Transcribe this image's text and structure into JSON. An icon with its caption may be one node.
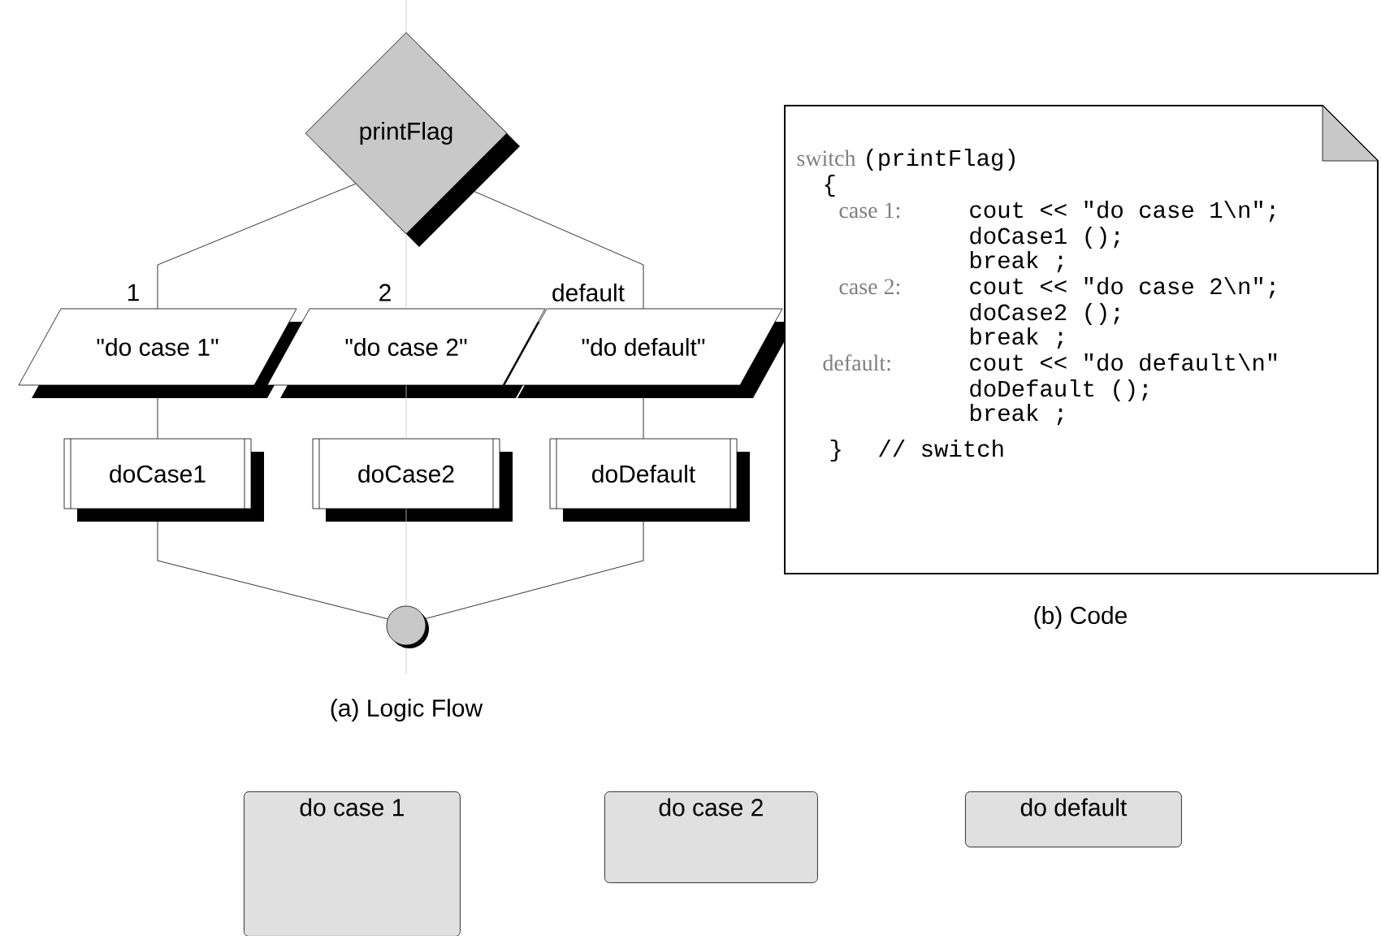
{
  "diagram": {
    "nodes": [
      {
        "text": [
          "printFlag"
        ]
      },
      {
        "text": [
          "\"do case 1\""
        ]
      },
      {
        "text": [
          "\"do case 2\""
        ]
      },
      {
        "text": [
          "\"do default\""
        ]
      },
      {
        "text": [
          "doCase1"
        ]
      },
      {
        "text": [
          "doCase2"
        ]
      },
      {
        "text": [
          "doDefault"
        ]
      },
      {
        "text": [],
        "shape": "circle"
      },
      {
        "text": [
          "switch",
          "(printFlag)",
          "{",
          "case 1:",
          "cout << \"do case 1\\n\";",
          "doCase1 ();",
          "break ;",
          "case 2:",
          "cout << \"do case 2\\n\";",
          "doCase2 ();",
          "break ;",
          "default:",
          "cout << \"do default\\n\"",
          "doDefault ();",
          "break ;",
          "}",
          "// switch"
        ]
      },
      {
        "text": [
          "do case 1"
        ]
      },
      {
        "text": [
          "do case 2"
        ]
      },
      {
        "text": [
          "do default"
        ]
      }
    ],
    "edges": [
      {
        "from": 0,
        "to": 1,
        "arrow": "none",
        "label": "1"
      },
      {
        "from": 0,
        "to": 2,
        "arrow": "none",
        "label": "2",
        "color": "#c8c8c8"
      },
      {
        "from": 0,
        "to": 3,
        "arrow": "none",
        "label": "default"
      },
      {
        "from": 1,
        "to": 4,
        "arrow": "none"
      },
      {
        "from": 2,
        "to": 5,
        "arrow": "none",
        "color": "#c8c8c8"
      },
      {
        "from": 3,
        "to": 6,
        "arrow": "none"
      },
      {
        "from": 4,
        "to": 7,
        "arrow": "none"
      },
      {
        "from": 5,
        "to": 7,
        "arrow": "none",
        "color": "#c8c8c8"
      },
      {
        "from": 6,
        "to": 7,
        "arrow": "none"
      }
    ],
    "labels": [
      "(a) Logic Flow",
      "(b) Code"
    ]
  }
}
